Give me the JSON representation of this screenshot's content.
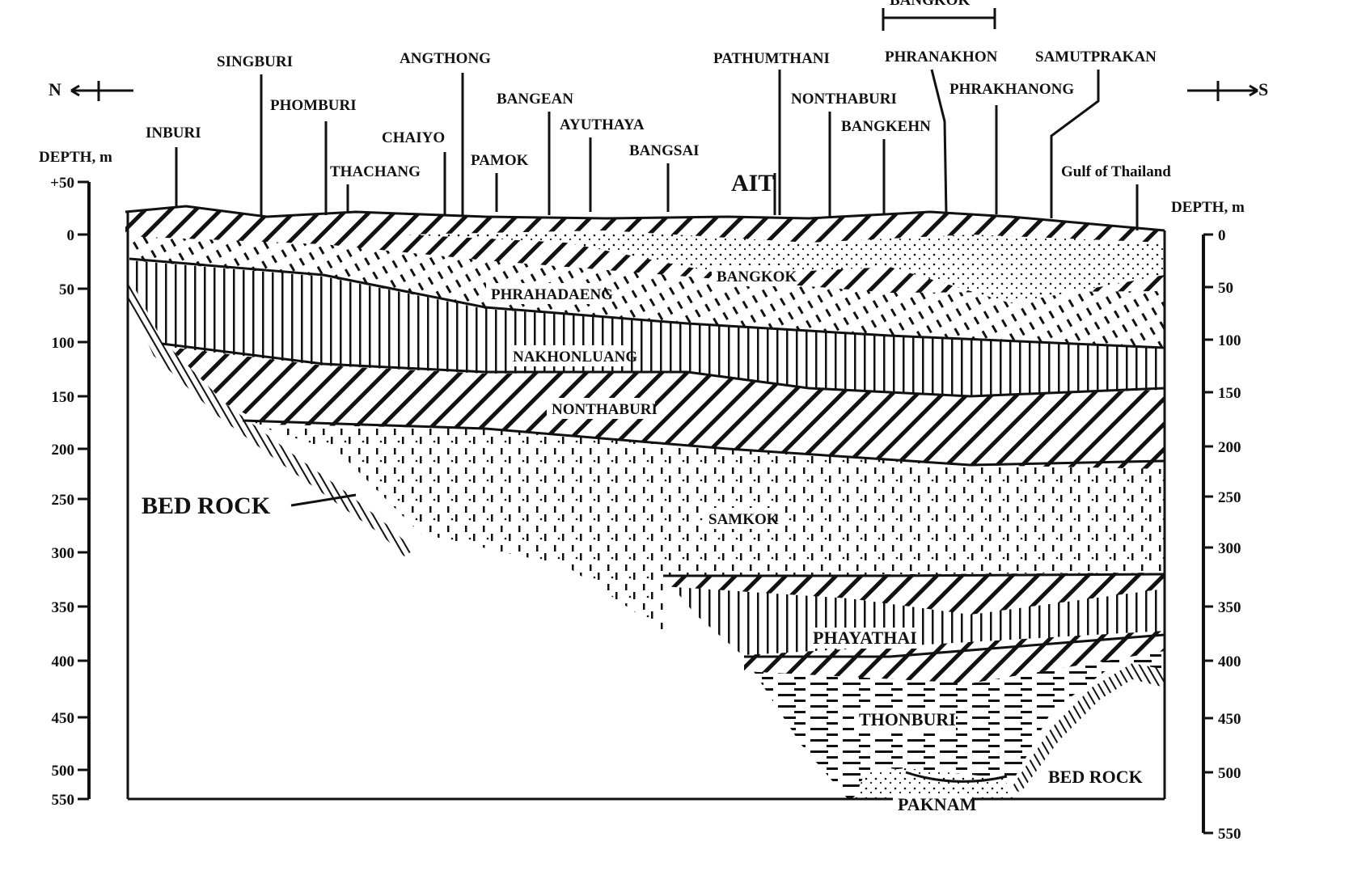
{
  "orientation": {
    "north": "N",
    "south": "S"
  },
  "left_axis": {
    "title": "DEPTH, m",
    "ticks": [
      "+50",
      "0",
      "50",
      "100",
      "150",
      "200",
      "250",
      "300",
      "350",
      "400",
      "450",
      "500",
      "550"
    ]
  },
  "right_axis": {
    "title": "DEPTH, m",
    "ticks": [
      "0",
      "50",
      "100",
      "150",
      "200",
      "250",
      "300",
      "350",
      "400",
      "450",
      "500",
      "550"
    ]
  },
  "bangkok_span_label": "BANGKOK",
  "places": [
    "INBURI",
    "SINGBURI",
    "PHOMBURI",
    "THACHANG",
    "CHAIYO",
    "ANGTHONG",
    "PAMOK",
    "BANGEAN",
    "AYUTHAYA",
    "BANGSAI",
    "AIT",
    "PATHUMTHANI",
    "NONTHABURI",
    "BANGKEHN",
    "PHRANAKHON",
    "PHRAKHANONG",
    "SAMUTPRAKAN",
    "Gulf of Thailand"
  ],
  "layers": [
    "BANGKOK",
    "PHRAHADAENG",
    "NAKHONLUANG",
    "NONTHABURI",
    "SAMKOK",
    "PHAYATHAI",
    "THONBURI",
    "PAKNAM"
  ],
  "bedrock_labels": [
    "BED ROCK",
    "BED ROCK"
  ]
}
